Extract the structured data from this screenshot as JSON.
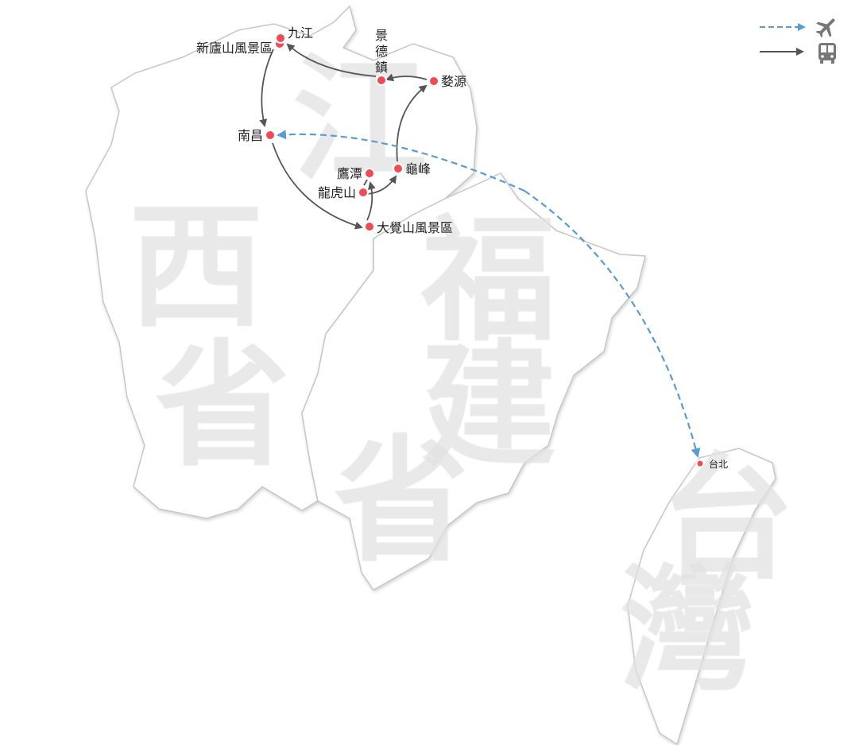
{
  "watermarks": {
    "jiangxi": [
      "江",
      "西",
      "省"
    ],
    "fujian": [
      "福",
      "建",
      "省"
    ],
    "taiwan": [
      "台",
      "灣"
    ]
  },
  "places": {
    "jiujiang": "九江",
    "lushan": "新廬山風景區",
    "jingdezhen": [
      "景",
      "德",
      "鎮"
    ],
    "wuyuan": "婺源",
    "nanchang": "南昌",
    "yingtan": "鷹潭",
    "longhushan": "龍虎山",
    "guifeng": "龜峰",
    "dajueshan": "大覺山風景區",
    "taipei": "台北"
  },
  "legend": [
    {
      "icon": "airplane-icon",
      "line": "dashed",
      "color": "#5a9bd5"
    },
    {
      "icon": "bus-icon",
      "line": "solid",
      "color": "#555555"
    }
  ]
}
